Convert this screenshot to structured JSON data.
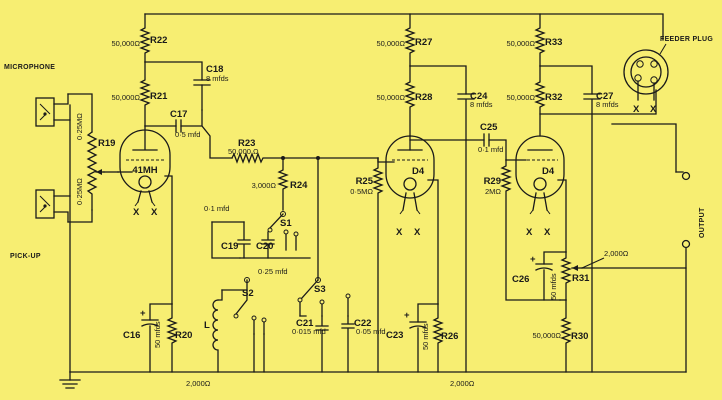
{
  "labels": {
    "microphone": "MICROPHONE",
    "pickup": "PICK-UP",
    "feeder_plug": "FEEDER PLUG",
    "output": "OUTPUT",
    "valve1": "41MH",
    "valve2": "D4",
    "valve3": "D4",
    "x": "X"
  },
  "resistors": {
    "r19": "R19",
    "r19_top": "0·25MΩ",
    "r19_bot": "0·25MΩ",
    "r20": "R20",
    "r20_val": "2,000Ω",
    "r21": "R21",
    "r21_val": "50,000Ω",
    "r22": "R22",
    "r22_val": "50,000Ω",
    "r23": "R23",
    "r23_val": "50,000 Ω",
    "r24": "R24",
    "r24_val": "3,000Ω",
    "r25": "R25",
    "r25_val": "0·5MΩ",
    "r26": "R26",
    "r26_val": "2,000Ω",
    "r27": "R27",
    "r27_val": "50,000Ω",
    "r28": "R28",
    "r28_val": "50,000Ω",
    "r29": "R29",
    "r29_val": "2MΩ",
    "r30": "R30",
    "r30_val": "50,000Ω",
    "r31": "R31",
    "r31_val": "2,000Ω",
    "r32": "R32",
    "r32_val": "50,000Ω",
    "r33": "R33",
    "r33_val": "50,000Ω"
  },
  "capacitors": {
    "c16": "C16",
    "c16_val": "50 mfds",
    "c17": "C17",
    "c17_val": "0·5 mfd",
    "c18": "C18",
    "c18_val": "8 mfds",
    "c19": "C19",
    "c19_val": "0·1 mfd",
    "c20": "C20",
    "c20_val": "0·25 mfd",
    "c21": "C21",
    "c21_val": "0·015 mfd",
    "c22": "C22",
    "c22_val": "0·05 mfd",
    "c23": "C23",
    "c23_val": "50 mfds",
    "c24": "C24",
    "c24_val": "8 mfds",
    "c25": "C25",
    "c25_val": "0·1 mfd",
    "c26": "C26",
    "c26_val": "50 mfds",
    "c27": "C27",
    "c27_val": "8 mfds"
  },
  "switches": {
    "s1": "S1",
    "s2": "S2",
    "s3": "S3"
  },
  "inductors": {
    "l": "L"
  }
}
